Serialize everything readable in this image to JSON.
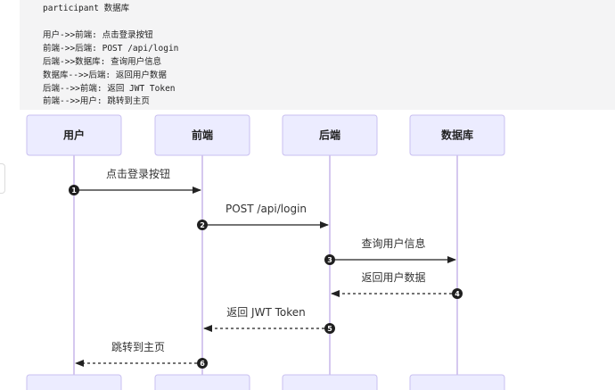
{
  "code": {
    "lines": [
      "participant 数据库",
      "",
      "用户->>前端: 点击登录按钮",
      "前端->>后端: POST /api/login",
      "后端->>数据库: 查询用户信息",
      "数据库-->>后端: 返回用户数据",
      "后端-->>前端: 返回 JWT Token",
      "前端-->>用户: 跳转到主页"
    ]
  },
  "diagram": {
    "actors": [
      "用户",
      "前端",
      "后端",
      "数据库"
    ],
    "messages": [
      {
        "num": "1",
        "from": 0,
        "to": 1,
        "label": "点击登录按钮",
        "dashed": false
      },
      {
        "num": "2",
        "from": 1,
        "to": 2,
        "label": "POST /api/login",
        "dashed": false
      },
      {
        "num": "3",
        "from": 2,
        "to": 3,
        "label": "查询用户信息",
        "dashed": false
      },
      {
        "num": "4",
        "from": 3,
        "to": 2,
        "label": "返回用户数据",
        "dashed": true
      },
      {
        "num": "5",
        "from": 2,
        "to": 1,
        "label": "返回 JWT Token",
        "dashed": true
      },
      {
        "num": "6",
        "from": 1,
        "to": 0,
        "label": "跳转到主页",
        "dashed": true
      }
    ],
    "colors": {
      "actor_fill": "#ececff",
      "actor_border": "#c9bff0",
      "lifeline": "#c7b6ea",
      "arrow": "#222222",
      "badge": "#1f1f1f"
    }
  }
}
